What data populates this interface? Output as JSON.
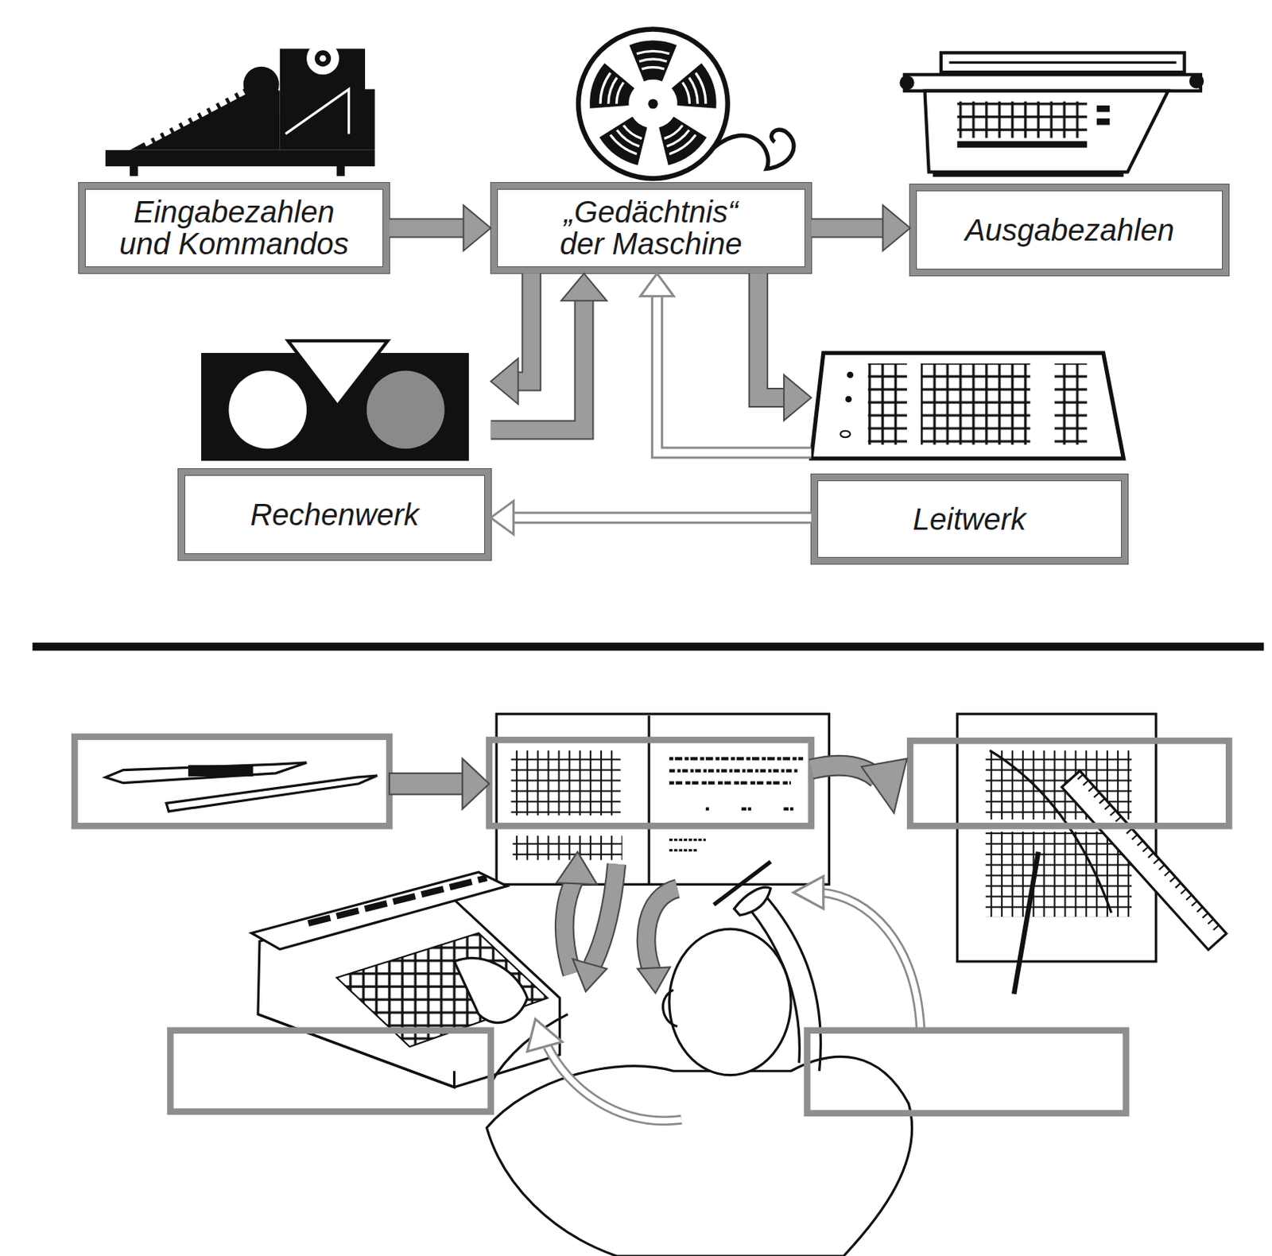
{
  "diagram": {
    "nodes": [
      {
        "text": [
          "Eingabezahlen und Kommandos"
        ]
      },
      {
        "text": [
          "„Gedächtnis“ der Maschine"
        ]
      },
      {
        "text": [
          "Ausgabezahlen"
        ]
      },
      {
        "text": [
          "Rechenwerk"
        ]
      },
      {
        "text": [
          "Leitwerk"
        ]
      }
    ],
    "edges": [
      {
        "from": 0,
        "to": 1,
        "arrow": "to"
      },
      {
        "from": 1,
        "to": 2,
        "arrow": "to"
      },
      {
        "from": 1,
        "to": 3,
        "arrow": "to"
      },
      {
        "from": 3,
        "to": 1,
        "arrow": "to"
      },
      {
        "from": 4,
        "to": 1,
        "arrow": "to"
      },
      {
        "from": 1,
        "to": 4,
        "arrow": "to"
      },
      {
        "from": 4,
        "to": 3,
        "arrow": "to"
      }
    ]
  }
}
